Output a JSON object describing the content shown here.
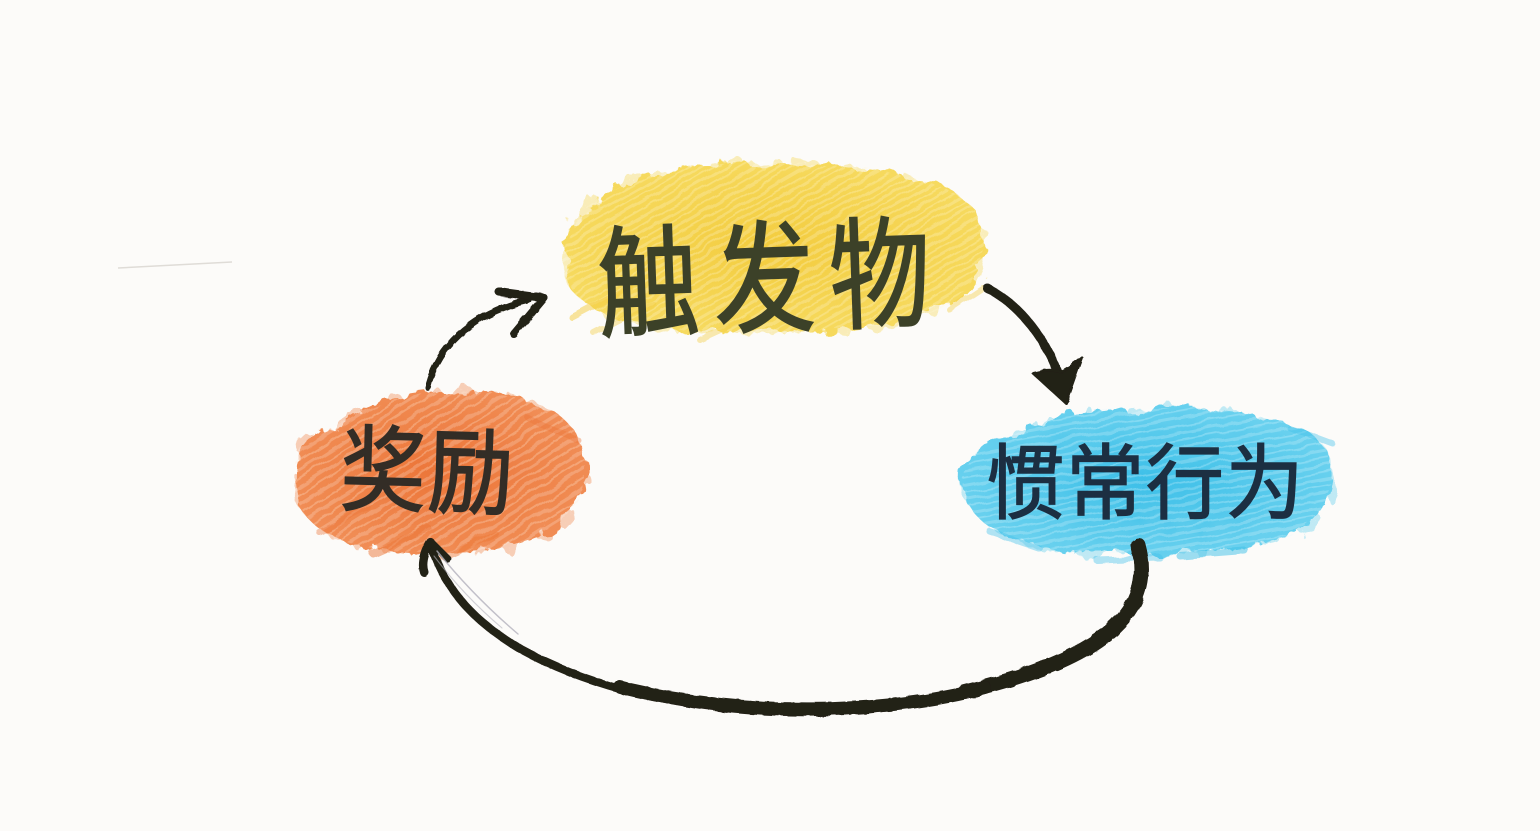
{
  "diagram": {
    "type": "hand-drawn habit loop cycle",
    "background_color": "#fcfbf9",
    "arrow_color": "#242019",
    "pencil_color": "#b3b2bd",
    "nodes": {
      "trigger": {
        "label": "触发物",
        "highlight_color": "#f3cc3e",
        "highlight_color_light": "#f7dd66",
        "ink_color": "#3c4128"
      },
      "routine": {
        "label": "惯常行为",
        "highlight_color": "#3cbfe8",
        "highlight_color_light": "#74d5f0",
        "ink_color": "#1c2f42"
      },
      "reward": {
        "label": "奖励",
        "highlight_color": "#ec7538",
        "highlight_color_light": "#f2935c",
        "ink_color": "#332d26"
      }
    },
    "edges": [
      {
        "from": "trigger",
        "to": "routine"
      },
      {
        "from": "routine",
        "to": "reward"
      },
      {
        "from": "reward",
        "to": "trigger"
      }
    ]
  }
}
